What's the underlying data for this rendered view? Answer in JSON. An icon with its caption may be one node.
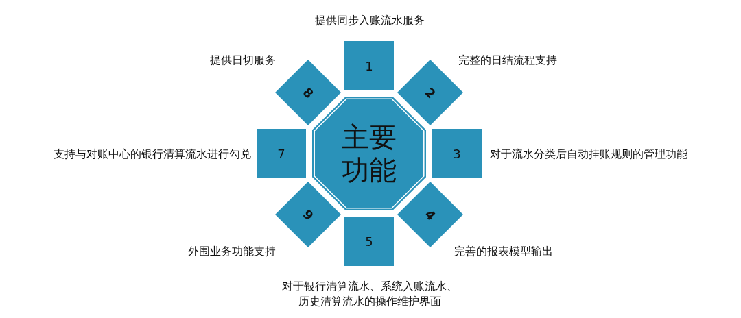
{
  "diagram": {
    "nodes": [
      {
        "text": [
          "主要功能"
        ]
      },
      {
        "text": [
          "1"
        ],
        "beside": [
          "提供同步入账流水服务"
        ]
      },
      {
        "text": [
          "2"
        ],
        "beside": [
          "完整的日结流程支持"
        ]
      },
      {
        "text": [
          "3"
        ],
        "beside": [
          "对于流水分类后自动挂账规则的管理功能"
        ]
      },
      {
        "text": [
          "4"
        ],
        "beside": [
          "完善的报表模型输出"
        ]
      },
      {
        "text": [
          "5"
        ],
        "beside": [
          "对于银行清算流水、系统入账流水、历史清算流水的操作维护界面"
        ]
      },
      {
        "text": [
          "9"
        ],
        "beside": [
          "外围业务功能支持"
        ]
      },
      {
        "text": [
          "7"
        ],
        "beside": [
          "支持与对账中心的银行清算流水进行勾兑"
        ]
      },
      {
        "text": [
          "8"
        ],
        "beside": [
          "提供日切服务"
        ]
      }
    ]
  }
}
